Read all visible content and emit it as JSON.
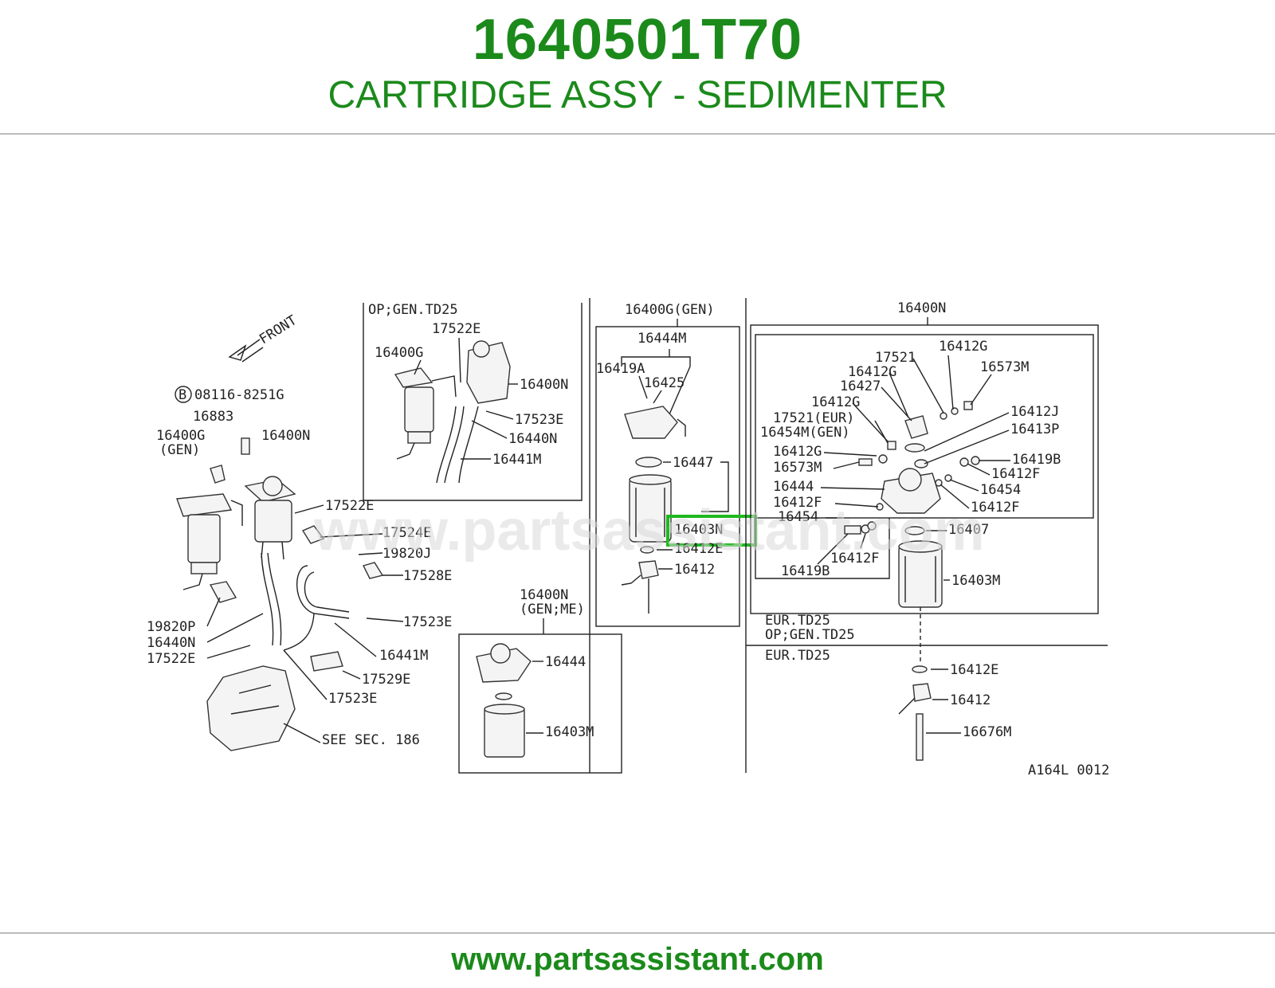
{
  "header": {
    "part_number": "1640501T70",
    "part_name": "CARTRIDGE ASSY - SEDIMENTER"
  },
  "footer": {
    "url": "www.partsassistant.com"
  },
  "colors": {
    "brand_green": "#1b8a1b",
    "highlight": "#1fb81f",
    "rule": "#bbbbbb"
  },
  "diagram": {
    "watermark": "www.partsassistant.com",
    "highlighted_part": "16403N",
    "drawing_code": "A164L 0012",
    "headings": {
      "op_gen_td25": "OP;GEN.TD25",
      "gen_box": "16400G(GEN)",
      "n_box": "16400N",
      "genme_a": "16400N",
      "genme_b": "(GEN;ME)",
      "eur_td25_a": "EUR.TD25",
      "eur_td25_b": "OP;GEN.TD25",
      "eur_td25_c": "EUR.TD25"
    },
    "left": {
      "front": "FRONT",
      "bolt": "08116-8251G",
      "bolt_prefix": "B",
      "p16883": "16883",
      "p16400g": "16400G",
      "p16400g_gen": "(GEN)",
      "p16400n": "16400N",
      "p17522e": "17522E",
      "p17524e": "17524E",
      "p19820j": "19820J",
      "p17528e": "17528E",
      "p17523e": "17523E",
      "p19820p": "19820P",
      "p16440n": "16440N",
      "p17522e_b": "17522E",
      "p16441m": "16441M",
      "p17529e": "17529E",
      "p17523e_b": "17523E",
      "see_sec": "SEE SEC. 186"
    },
    "op_box": {
      "p17522e": "17522E",
      "p16400g": "16400G",
      "p16400n": "16400N",
      "p17523e": "17523E",
      "p16440n": "16440N",
      "p16441m": "16441M"
    },
    "gen_box": {
      "p16444m": "16444M",
      "p16419a": "16419A",
      "p16425": "16425",
      "p16447": "16447",
      "p16403n": "16403N",
      "p16412e": "16412E",
      "p16412": "16412"
    },
    "genme_box": {
      "p16444": "16444",
      "p16403m": "16403M"
    },
    "n_box": {
      "p16412g_a": "16412G",
      "p17521": "17521",
      "p16412g_b": "16412G",
      "p16573m_a": "16573M",
      "p16427": "16427",
      "p16412g_c": "16412G",
      "p16412j": "16412J",
      "p17521eur": "17521(EUR)",
      "p16413p": "16413P",
      "p16454mgen": "16454M(GEN)",
      "p16412g_d": "16412G",
      "p16419b_a": "16419B",
      "p16573m_b": "16573M",
      "p16412f_a": "16412F",
      "p16444": "16444",
      "p16454_a": "16454",
      "p16412f_b": "16412F",
      "p16412f_c": "16412F",
      "p16454_b": "16454",
      "p16407": "16407",
      "p16412f_d": "16412F",
      "p16419b_b": "16419B",
      "p16403m": "16403M"
    },
    "eur_box": {
      "p16412e": "16412E",
      "p16412": "16412",
      "p16676m": "16676M"
    }
  }
}
